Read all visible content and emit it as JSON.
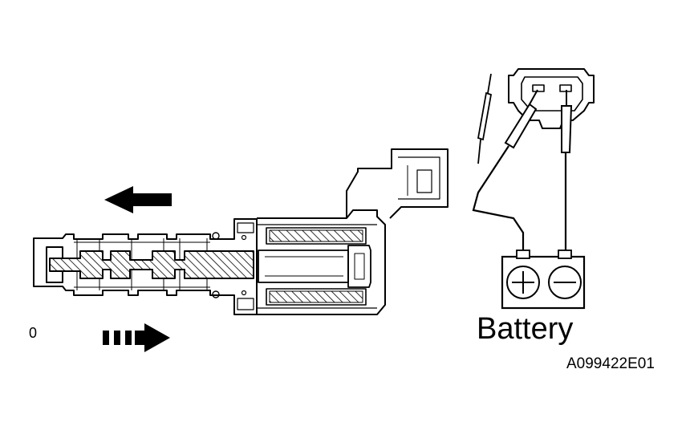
{
  "labels": {
    "battery": "Battery",
    "figure_id": "A099422E01",
    "mark": "0"
  },
  "colors": {
    "ink": "#000000",
    "paper": "#ffffff"
  },
  "icons": {
    "plus_terminal": "plus-symbol",
    "minus_terminal": "minus-symbol",
    "arrow_solid": "arrow-left-solid",
    "arrow_dashed": "arrow-right-dashed"
  }
}
